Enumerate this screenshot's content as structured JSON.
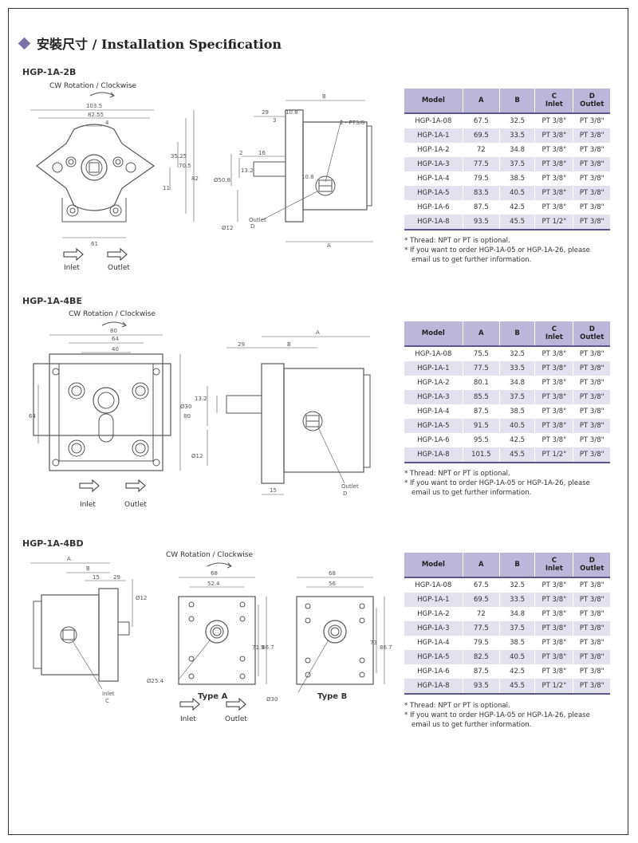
{
  "page": {
    "title": "安裝尺寸 / Installation Specification"
  },
  "table_headers": {
    "model": "Model",
    "a": "A",
    "b": "B",
    "c": "C",
    "c_sub": "Inlet",
    "d": "D",
    "d_sub": "Outlet"
  },
  "labels": {
    "rotation": "CW Rotation / Clockwise",
    "inlet": "Inlet",
    "outlet": "Outlet",
    "type_a": "Type A",
    "type_b": "Type B"
  },
  "sections": [
    {
      "name": "HGP-1A-2B",
      "rows": [
        [
          "HGP-1A-08",
          "67.5",
          "32.5",
          "PT 3/8\"",
          "PT 3/8\""
        ],
        [
          "HGP-1A-1",
          "69.5",
          "33.5",
          "PT 3/8\"",
          "PT 3/8\""
        ],
        [
          "HGP-1A-2",
          "72",
          "34.8",
          "PT 3/8\"",
          "PT 3/8\""
        ],
        [
          "HGP-1A-3",
          "77.5",
          "37.5",
          "PT 3/8\"",
          "PT 3/8\""
        ],
        [
          "HGP-1A-4",
          "79.5",
          "38.5",
          "PT 3/8\"",
          "PT 3/8\""
        ],
        [
          "HGP-1A-5",
          "83.5",
          "40.5",
          "PT 3/8\"",
          "PT 3/8\""
        ],
        [
          "HGP-1A-6",
          "87.5",
          "42.5",
          "PT 3/8\"",
          "PT 3/8\""
        ],
        [
          "HGP-1A-8",
          "93.5",
          "45.5",
          "PT 1/2\"",
          "PT 3/8\""
        ]
      ],
      "notes": [
        "* Thread: NPT or PT is optional.",
        "* If you want to order HGP-1A-05 or HGP-1A-26, please",
        "  email us to get further information."
      ],
      "dims": {
        "w1": "103.5",
        "w2": "82.55",
        "d4": "4",
        "h1": "35.25",
        "h2": "70.5",
        "h3": "82",
        "d11": "11",
        "w61": "61",
        "l29": "29",
        "l10": "10.8",
        "l3": "3",
        "b": "B",
        "pt": "2 - PT3/8",
        "l16": "16",
        "l2": "2",
        "shaft": "Ø50.8",
        "k": "13.2",
        "k2": "10.8",
        "d12": "Ø12",
        "outlet_d": "Outlet",
        "d": "D",
        "a": "A"
      }
    },
    {
      "name": "HGP-1A-4BE",
      "rows": [
        [
          "HGP-1A-08",
          "75.5",
          "32.5",
          "PT 3/8\"",
          "PT 3/8\""
        ],
        [
          "HGP-1A-1",
          "77.5",
          "33.5",
          "PT 3/8\"",
          "PT 3/8\""
        ],
        [
          "HGP-1A-2",
          "80.1",
          "34.8",
          "PT 3/8\"",
          "PT 3/8\""
        ],
        [
          "HGP-1A-3",
          "85.5",
          "37.5",
          "PT 3/8\"",
          "PT 3/8\""
        ],
        [
          "HGP-1A-4",
          "87.5",
          "38.5",
          "PT 3/8\"",
          "PT 3/8\""
        ],
        [
          "HGP-1A-5",
          "91.5",
          "40.5",
          "PT 3/8\"",
          "PT 3/8\""
        ],
        [
          "HGP-1A-6",
          "95.5",
          "42.5",
          "PT 3/8\"",
          "PT 3/8\""
        ],
        [
          "HGP-1A-8",
          "101.5",
          "45.5",
          "PT 1/2\"",
          "PT 3/8\""
        ]
      ],
      "notes": [
        "* Thread: NPT or PT is optional.",
        "* If you want to order HGP-1A-05 or HGP-1A-26, please",
        "  email us to get further information."
      ],
      "dims": {
        "w80": "80",
        "w64": "64",
        "w40": "40",
        "h64": "64",
        "h80": "80",
        "l29": "29",
        "b": "B",
        "a": "A",
        "d30": "Ø30",
        "d12": "Ø12",
        "l15": "15",
        "k": "13.2",
        "outlet_d": "Outlet",
        "d": "D"
      }
    },
    {
      "name": "HGP-1A-4BD",
      "rows": [
        [
          "HGP-1A-08",
          "67.5",
          "32.5",
          "PT 3/8\"",
          "PT 3/8\""
        ],
        [
          "HGP-1A-1",
          "69.5",
          "33.5",
          "PT 3/8\"",
          "PT 3/8\""
        ],
        [
          "HGP-1A-2",
          "72",
          "34.8",
          "PT 3/8\"",
          "PT 3/8\""
        ],
        [
          "HGP-1A-3",
          "77.5",
          "37.5",
          "PT 3/8\"",
          "PT 3/8\""
        ],
        [
          "HGP-1A-4",
          "79.5",
          "38.5",
          "PT 3/8\"",
          "PT 3/8\""
        ],
        [
          "HGP-1A-5",
          "82.5",
          "40.5",
          "PT 3/8\"",
          "PT 3/8\""
        ],
        [
          "HGP-1A-6",
          "87.5",
          "42.5",
          "PT 3/8\"",
          "PT 3/8\""
        ],
        [
          "HGP-1A-8",
          "93.5",
          "45.5",
          "PT 1/2\"",
          "PT 3/8\""
        ]
      ],
      "notes": [
        "* Thread: NPT or PT is optional.",
        "* If you want to order HGP-1A-05 or HGP-1A-26, please",
        "  email us to get further information."
      ],
      "dims": {
        "a": "A",
        "b": "B",
        "l15": "15",
        "l29": "29",
        "d12": "Ø12",
        "inlet_c": "Inlet",
        "c": "C",
        "w68": "68",
        "w524": "52.4",
        "h719": "71.9",
        "h867": "86.7",
        "d254": "Ø25.4",
        "w68b": "68",
        "w56": "56",
        "h73": "73",
        "h867b": "86.7",
        "d30": "Ø30"
      }
    }
  ]
}
